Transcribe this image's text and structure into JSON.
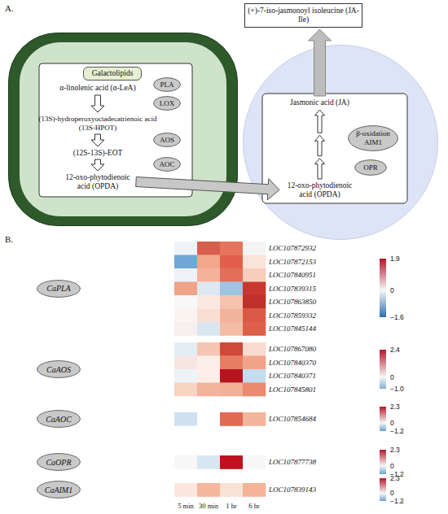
{
  "diagram": {
    "nodes": [
      {
        "text": [
          "(+)-7-iso-jasmonoyl isoleucine (JA-Ile)"
        ]
      },
      {
        "text": []
      },
      {
        "text": [
          "Galactolipids"
        ],
        "in": 1
      },
      {
        "text": [
          "PLA"
        ],
        "in": 1
      },
      {
        "text": [
          "α-linolenic acid (α-LeA)"
        ],
        "in": 1
      },
      {
        "text": [
          "LOX"
        ],
        "in": 1
      },
      {
        "text": [
          "(13S)-hydroperoxyoctadecatrienoic acid (13S-HPOT)"
        ],
        "in": 1
      },
      {
        "text": [
          "AOS"
        ],
        "in": 1
      },
      {
        "text": [
          "(12S-13S)-EOT"
        ],
        "in": 1
      },
      {
        "text": [
          "AOC"
        ],
        "in": 1
      },
      {
        "text": [
          "12-oxo-phytodienoic acid (OPDA)"
        ],
        "in": 1
      },
      {
        "text": []
      },
      {
        "text": [
          "Jasmonic acid (JA)"
        ],
        "in": 11
      },
      {
        "text": [
          "β-oxidation AIM1"
        ],
        "in": 11
      },
      {
        "text": [
          "OPR"
        ],
        "in": 11
      },
      {
        "text": [
          "12-oxo-phytodienoic acid (OPDA)"
        ],
        "in": 11
      },
      {
        "text": [
          "CaPLA"
        ]
      },
      {
        "text": [
          "CaAOS"
        ]
      },
      {
        "text": [
          "CaAOC"
        ]
      },
      {
        "text": [
          "CaOPR"
        ]
      },
      {
        "text": [
          "CaAIM1"
        ]
      }
    ],
    "edges": [
      {
        "from": 4,
        "to": 6,
        "arrow": "to"
      },
      {
        "from": 6,
        "to": 8,
        "arrow": "to"
      },
      {
        "from": 8,
        "to": 10,
        "arrow": "to"
      },
      {
        "from": 10,
        "to": 15,
        "arrow": "to"
      },
      {
        "from": 15,
        "to": 12,
        "arrow": "to"
      },
      {
        "from": 12,
        "to": 0,
        "arrow": "to"
      }
    ],
    "labels": [
      "A.",
      "B.",
      "LOC107872932",
      "LOC107872153",
      "LOC107840951",
      "LOC107839315",
      "LOC107863850",
      "LOC107859332",
      "LOC107845144",
      "1.9",
      "0",
      "−1.6",
      "LOC107867080",
      "LOC107840370",
      "LOC107840371",
      "LOC107845801",
      "2.4",
      "0",
      "−1.0",
      "LOC107854684",
      "2.3",
      "0",
      "−1.2",
      "LOC107877738",
      "2.3",
      "0",
      "−1.2",
      "LOC107839143",
      "2.3",
      "0",
      "−1.2",
      "5 min",
      "30 min",
      "1 hr",
      "6 hr"
    ]
  }
}
